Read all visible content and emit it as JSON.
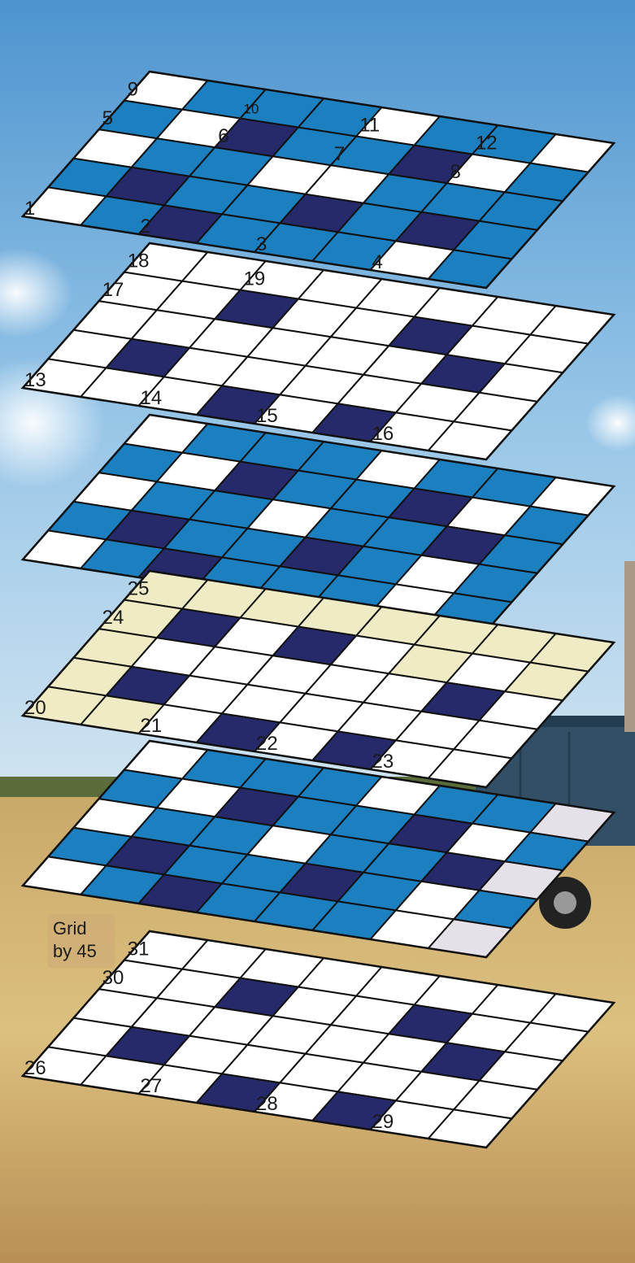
{
  "caption": {
    "line1": "Grid",
    "line2": "by 45"
  },
  "colors": {
    "white": "#ffffff",
    "blue": "#1b7fc0",
    "navy": "#262a6b",
    "cream": "#efebc4",
    "lavender": "#e6e0e8",
    "line": "#111111"
  },
  "cell_legend": {
    "0": "white",
    "1": "blue",
    "2": "navy",
    "3": "cream",
    "4": "lavender"
  },
  "layers": [
    {
      "id": "layer-1",
      "rows": [
        "01110110",
        "10211201",
        "01100111",
        "12112121",
        "01211101"
      ],
      "labels": [
        {
          "text": "9"
        },
        {
          "text": "10"
        },
        {
          "text": "11"
        },
        {
          "text": "12"
        },
        {
          "text": "5"
        },
        {
          "text": "6"
        },
        {
          "text": "7"
        },
        {
          "text": "8"
        },
        {
          "text": "1"
        },
        {
          "text": "2"
        },
        {
          "text": "3"
        },
        {
          "text": "4"
        }
      ]
    },
    {
      "id": "layer-2",
      "rows": [
        "00000000",
        "00200200",
        "00000020",
        "02000000",
        "00020200"
      ],
      "labels": [
        {
          "text": "18"
        },
        {
          "text": "19"
        },
        {
          "text": "17"
        },
        {
          "text": "13"
        },
        {
          "text": "14"
        },
        {
          "text": "15"
        },
        {
          "text": "16"
        }
      ]
    },
    {
      "id": "layer-3",
      "rows": [
        "01110110",
        "10211201",
        "01101121",
        "12112101",
        "01211101"
      ],
      "labels": []
    },
    {
      "id": "layer-4",
      "rows": [
        "33333333",
        "32020303",
        "30000020",
        "32000000",
        "33020200"
      ],
      "labels": [
        {
          "text": "25"
        },
        {
          "text": "24"
        },
        {
          "text": "20"
        },
        {
          "text": "21"
        },
        {
          "text": "22"
        },
        {
          "text": "23"
        }
      ]
    },
    {
      "id": "layer-5",
      "rows": [
        "01110114",
        "10211201",
        "01101124",
        "12112101",
        "01211104"
      ],
      "labels": []
    },
    {
      "id": "layer-6",
      "rows": [
        "00000000",
        "00200200",
        "00000020",
        "02000000",
        "00020200"
      ],
      "labels": [
        {
          "text": "31"
        },
        {
          "text": "30"
        },
        {
          "text": "26"
        },
        {
          "text": "27"
        },
        {
          "text": "28"
        },
        {
          "text": "29"
        }
      ]
    }
  ]
}
